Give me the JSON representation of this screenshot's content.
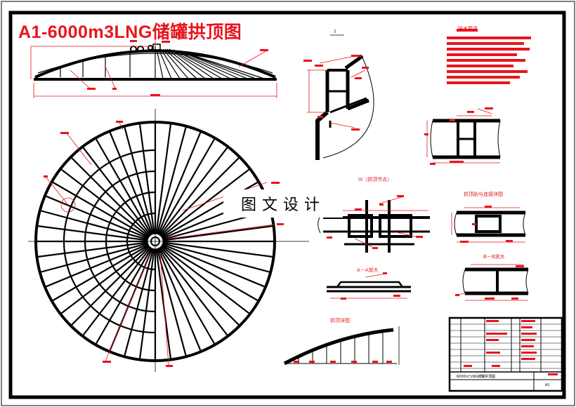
{
  "title": "A1-6000m3LNG储罐拱顶图",
  "watermark": "图文设计",
  "views": {
    "detail_i": "I",
    "tech_req": "技术要求",
    "detail_iii": "III（拱顶节点）",
    "weld_detail": "拱顶肋与连接详图",
    "section_aa": "A－A放大",
    "section_bb": "B－B放大",
    "arch_detail": "拱顶详图"
  },
  "title_block": {
    "drawing_name": "6000m³LNG储罐拱顶图",
    "sheet_size": "A1"
  },
  "colors": {
    "line": "#000000",
    "annotation": "#e8141c",
    "background": "#ffffff"
  }
}
